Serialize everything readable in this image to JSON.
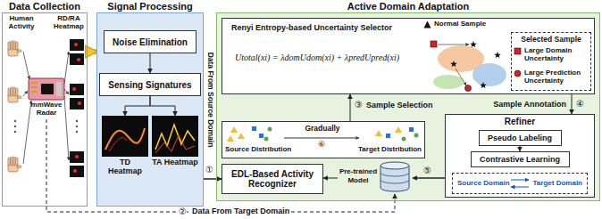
{
  "diagram": {
    "nodes": [
      {
        "text": [
          "Data Collection"
        ]
      },
      {
        "text": [
          "mmWave Radar"
        ],
        "in": 0
      },
      {
        "text": [
          "Signal Processing"
        ]
      },
      {
        "text": [
          "Noise Elimination"
        ],
        "in": 2
      },
      {
        "text": [
          "Sensing Signatures"
        ],
        "in": 2
      },
      {
        "text": [
          "TD Heatmap"
        ],
        "in": 2
      },
      {
        "text": [
          "TA Heatmap"
        ],
        "in": 2
      },
      {
        "text": [
          "Active Domain Adaptation"
        ]
      },
      {
        "text": [
          "Renyi Entropy-based Uncertainty Selector",
          "Utotal(xi) = λdomUdom(xi) + λpredUpred(xi)"
        ],
        "in": 7
      },
      {
        "text": [
          "Selected Sample"
        ],
        "in": 8
      },
      {
        "text": [
          "Gradually",
          "Source Distribution",
          "Target Distribution"
        ],
        "in": 7
      },
      {
        "text": [
          "EDL-Based Activity Recognizer"
        ],
        "in": 7
      },
      {
        "text": [
          "Pre-trained Model"
        ],
        "in": 7
      },
      {
        "text": [
          "Refiner"
        ],
        "in": 7
      },
      {
        "text": [
          "Pseudo Labeling"
        ],
        "in": 13
      },
      {
        "text": [
          "Contrastive Learning"
        ],
        "in": 13
      },
      {
        "text": [
          "Source Domain",
          "Target Domain"
        ],
        "in": 13
      }
    ],
    "edges": [
      {
        "from": 0,
        "to": 2,
        "arrow": "to"
      },
      {
        "from": 3,
        "to": 4,
        "arrow": "to"
      },
      {
        "from": 4,
        "to": 5,
        "arrow": "to"
      },
      {
        "from": 4,
        "to": 6,
        "arrow": "to"
      },
      {
        "from": 2,
        "to": 11,
        "arrow": "to"
      },
      {
        "from": 1,
        "to": 12,
        "arrow": "to",
        "label": "Data From Target Domain"
      },
      {
        "from": 10,
        "to": 8,
        "arrow": "to"
      },
      {
        "from": 8,
        "to": 13,
        "arrow": "to"
      },
      {
        "from": 13,
        "to": 12,
        "arrow": "to"
      },
      {
        "from": 12,
        "to": 11,
        "arrow": "to"
      },
      {
        "from": 14,
        "to": 15,
        "arrow": "to"
      }
    ],
    "labels": [
      "Human Activity",
      "RD/RA Heatmap",
      "①",
      "Data From Source Domain",
      "②",
      "③",
      "Sample Selection",
      "④",
      "Sample Annotation",
      "⑤",
      "⑥"
    ],
    "legend": [
      {
        "text": "Normal Sample"
      },
      {
        "text": "Large Domain Uncertainty"
      },
      {
        "text": "Large Prediction Uncertainty"
      }
    ]
  }
}
